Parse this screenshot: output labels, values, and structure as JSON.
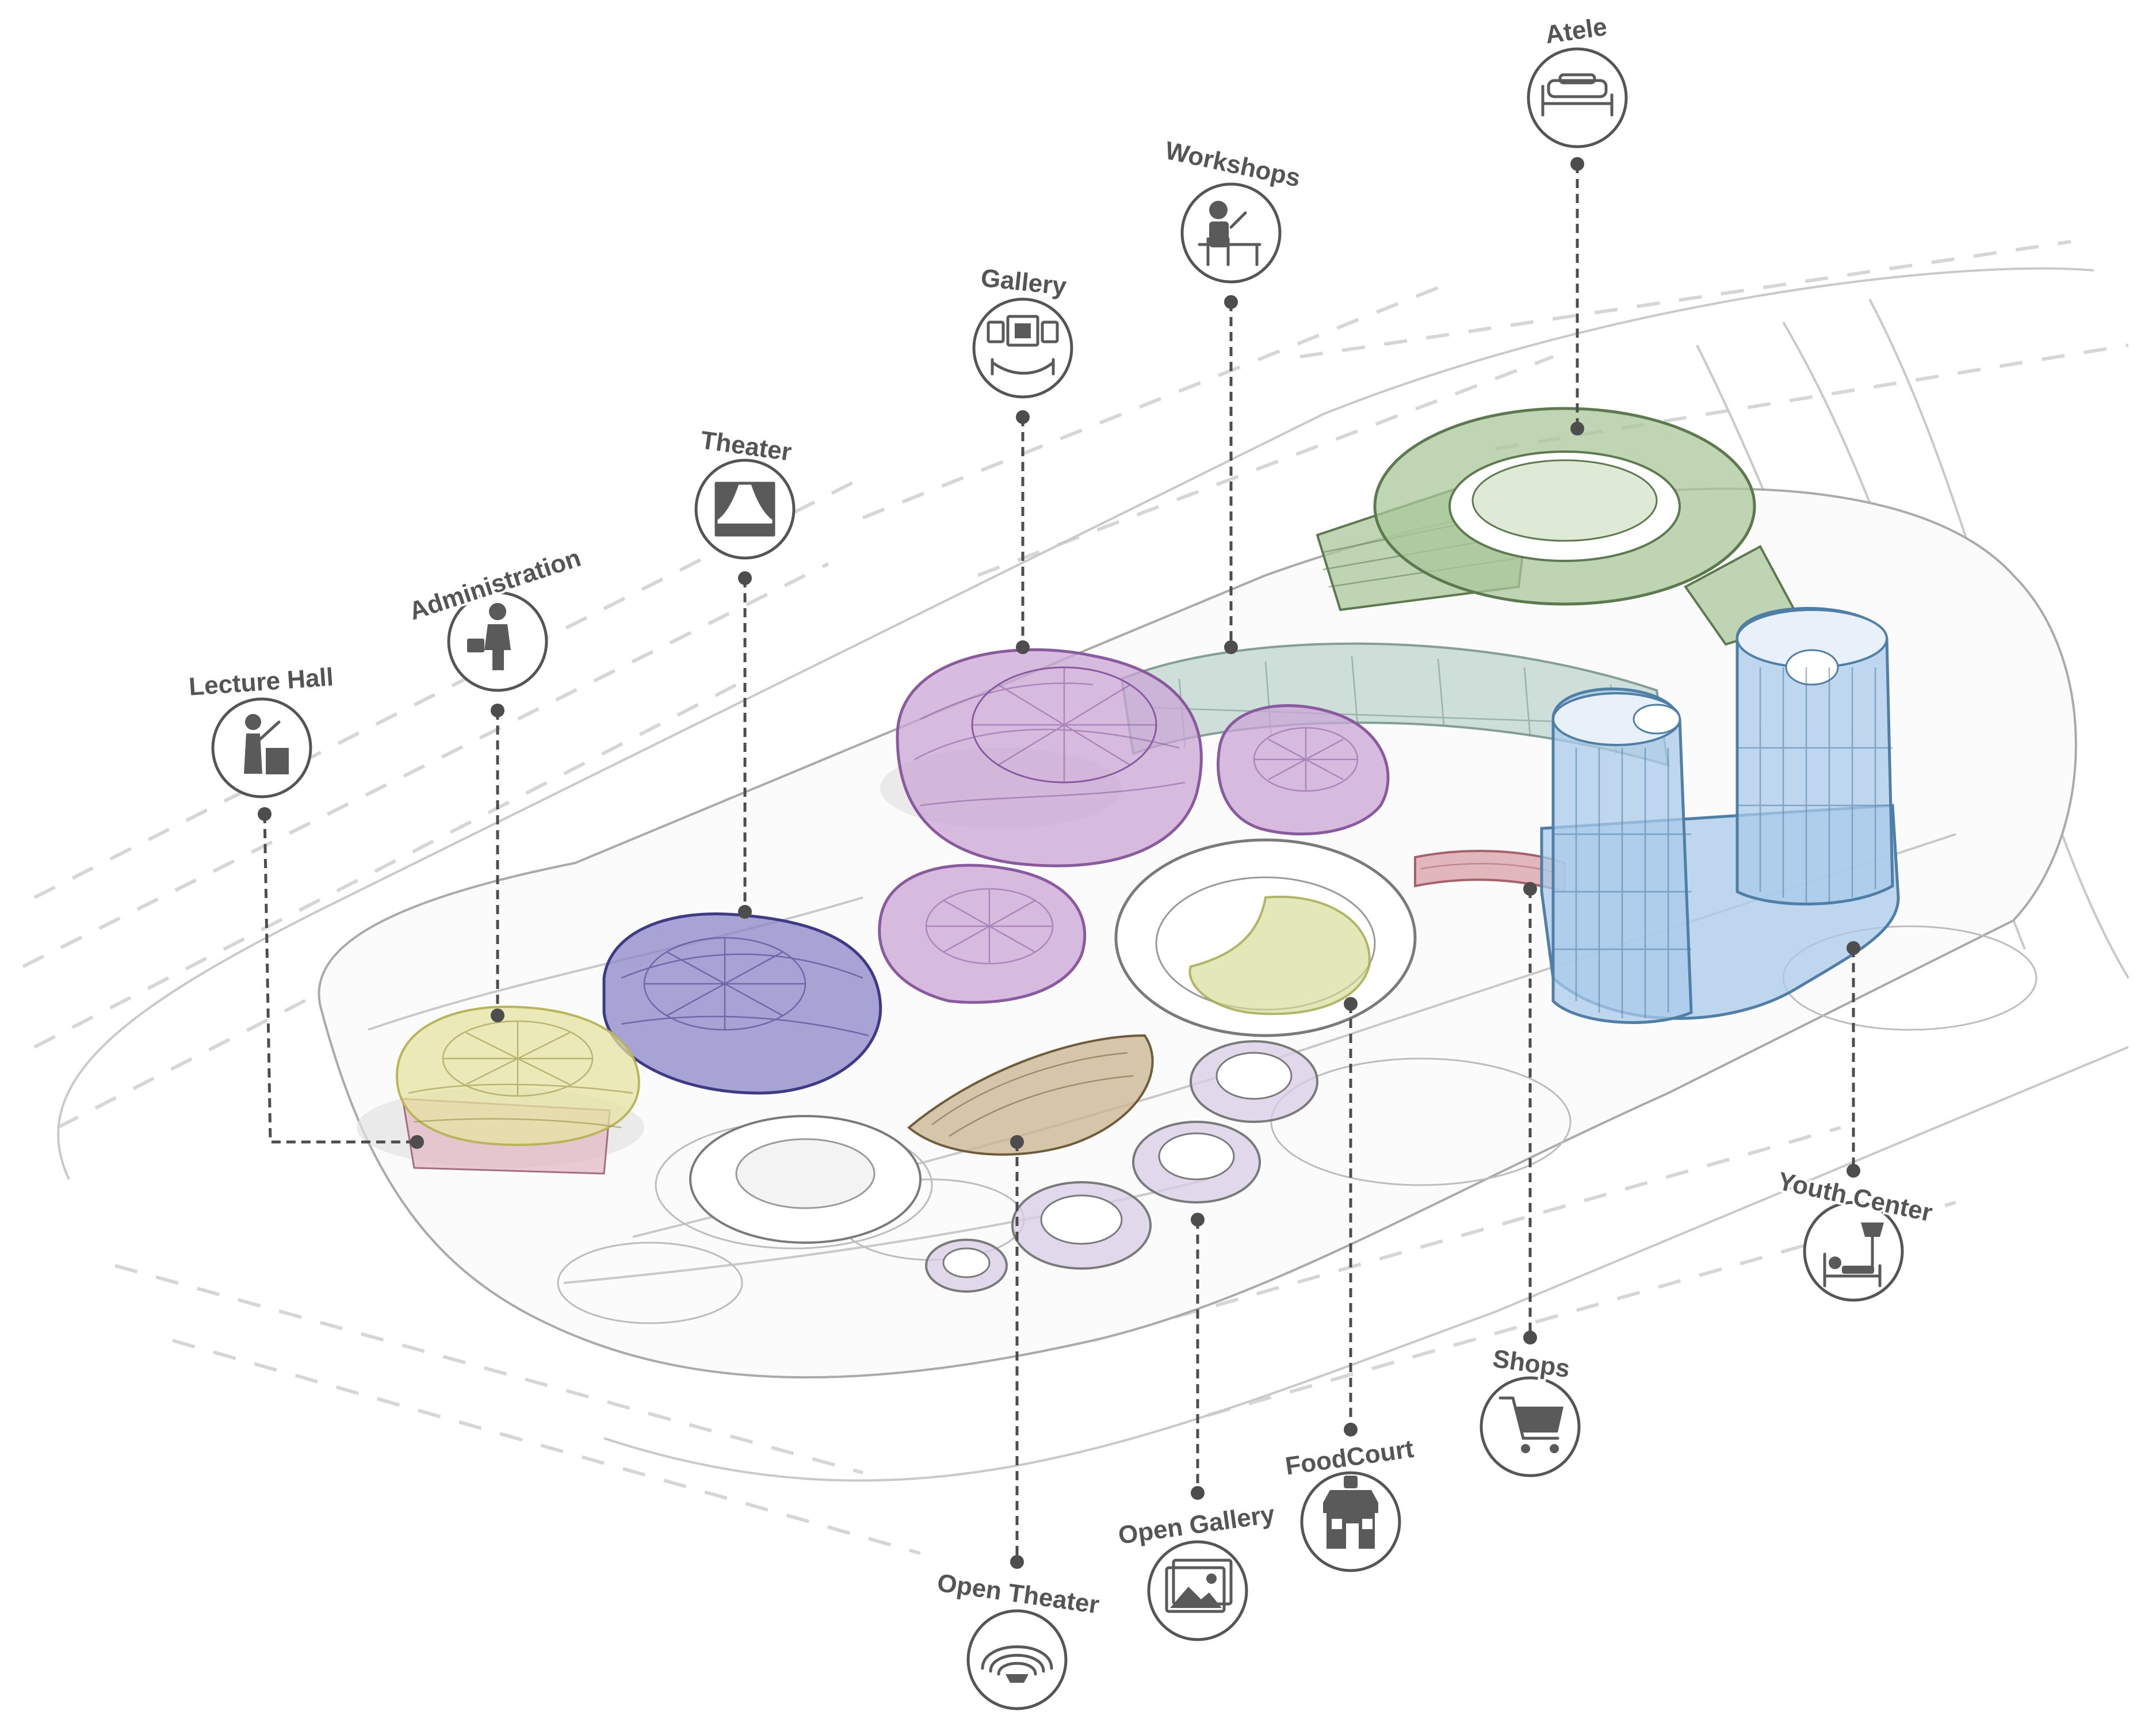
{
  "labels": {
    "atele": "Atele",
    "workshops": "Workshops",
    "gallery": "Gallery",
    "theater": "Theater",
    "administration": "Administration",
    "lecture_hall": "Lecture Hall",
    "youth_center": "Youth Center",
    "shops": "Shops",
    "foodcourt": "FoodCourt",
    "open_gallery": "Open Gallery",
    "open_theater": "Open Theater"
  },
  "icons": {
    "atele": "bed-icon",
    "workshops": "worker-at-table-icon",
    "gallery": "framed-art-icon",
    "theater": "stage-curtain-icon",
    "administration": "businessman-icon",
    "lecture_hall": "lecturer-podium-icon",
    "youth_center": "bed-lamp-icon",
    "shops": "shopping-cart-icon",
    "foodcourt": "storefront-icon",
    "open_gallery": "picture-icon",
    "open_theater": "amphitheater-icon"
  },
  "colors": {
    "atele_building": "#a9c79a",
    "workshops_building": "#b5cfc6",
    "gallery_building": "#c9a6d6",
    "theater_building": "#8c86c8",
    "lecture_hall_building": "#e5e3a2",
    "administration_base": "#e4b9c4",
    "youth_center_building": "#a9cbe9",
    "shops_building": "#d9a0a6",
    "foodcourt_building": "#d6dd98",
    "open_theater_building": "#c9b48e",
    "open_gallery_building": "#d8cde6"
  }
}
